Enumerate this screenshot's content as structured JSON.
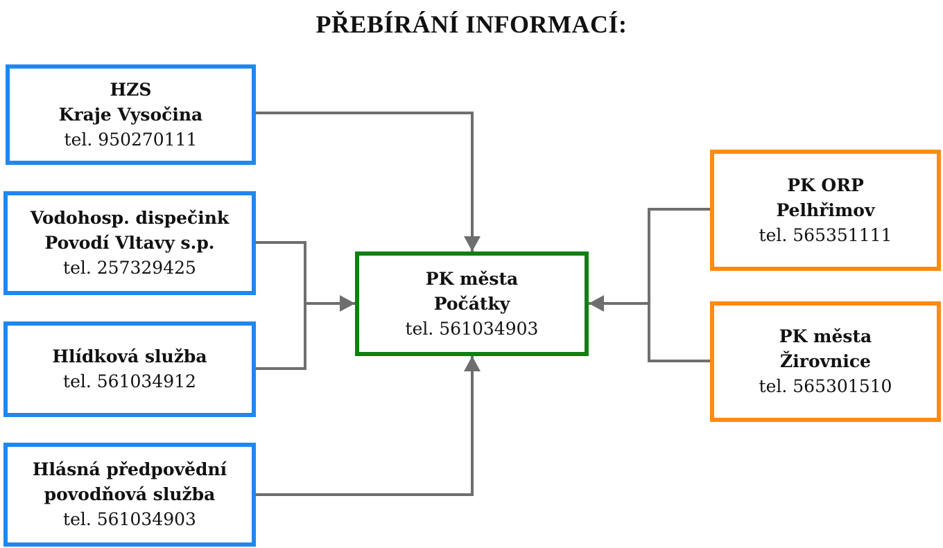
{
  "title": "PŘEBÍRÁNÍ INFORMACÍ:",
  "colors": {
    "source_border": "#1e88f0",
    "center_border": "#0f800f",
    "peer_border": "#ff8a14",
    "connector": "#6e6e6e"
  },
  "boxes": {
    "hzs": {
      "line1": "HZS",
      "line2": "Kraje Vysočina",
      "tel": "tel. 950270111"
    },
    "vodohosp": {
      "line1": "Vodohosp. dispečink",
      "line2": "Povodí Vltavy s.p.",
      "tel": "tel. 257329425"
    },
    "hlidkova": {
      "line1": "Hlídková služba",
      "tel": "tel. 561034912"
    },
    "hlasna": {
      "line1": "Hlásná předpovědní",
      "line2": "povodňová služba",
      "tel": "tel. 561034903"
    },
    "center": {
      "line1": "PK města",
      "line2": "Počátky",
      "tel": "tel. 561034903"
    },
    "orp": {
      "line1": "PK ORP",
      "line2": "Pelhřimov",
      "tel": "tel. 565351111"
    },
    "zirovnice": {
      "line1": "PK města",
      "line2": "Žirovnice",
      "tel": "tel. 565301510"
    }
  }
}
